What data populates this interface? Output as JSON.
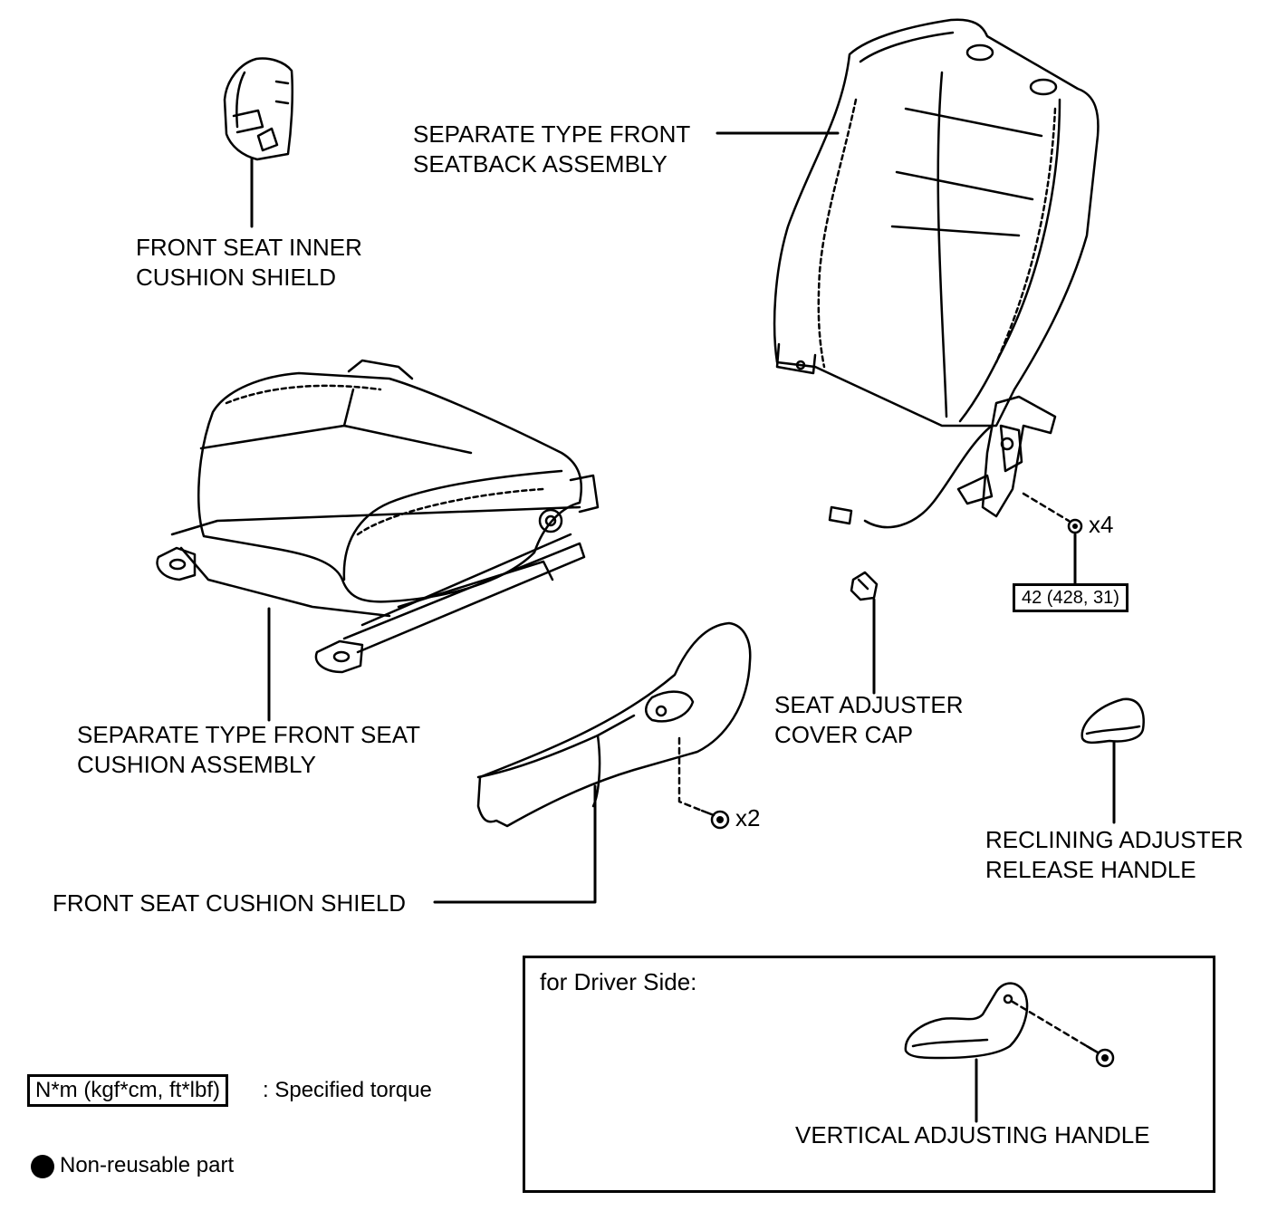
{
  "labels": {
    "seatback": [
      "SEPARATE TYPE FRONT",
      "SEATBACK ASSEMBLY"
    ],
    "inner_shield": [
      "FRONT SEAT INNER",
      "CUSHION SHIELD"
    ],
    "cushion_assembly": [
      "SEPARATE TYPE FRONT SEAT",
      "CUSHION ASSEMBLY"
    ],
    "cushion_shield": [
      "FRONT SEAT CUSHION SHIELD"
    ],
    "cover_cap": [
      "SEAT ADJUSTER",
      "COVER CAP"
    ],
    "release_handle": [
      "RECLINING ADJUSTER",
      "RELEASE HANDLE"
    ],
    "vertical_handle": [
      "VERTICAL ADJUSTING HANDLE"
    ]
  },
  "quantities": {
    "bolt_seatback": "x4",
    "screw_shield": "x2"
  },
  "torque_value": "42 (428, 31)",
  "inset_title": "for Driver Side:",
  "legend": {
    "torque_unit": "N*m (kgf*cm, ft*lbf)",
    "torque_desc": ": Specified torque",
    "nonreusable": "Non-reusable part"
  },
  "colors": {
    "line": "#000000",
    "background": "#ffffff"
  }
}
